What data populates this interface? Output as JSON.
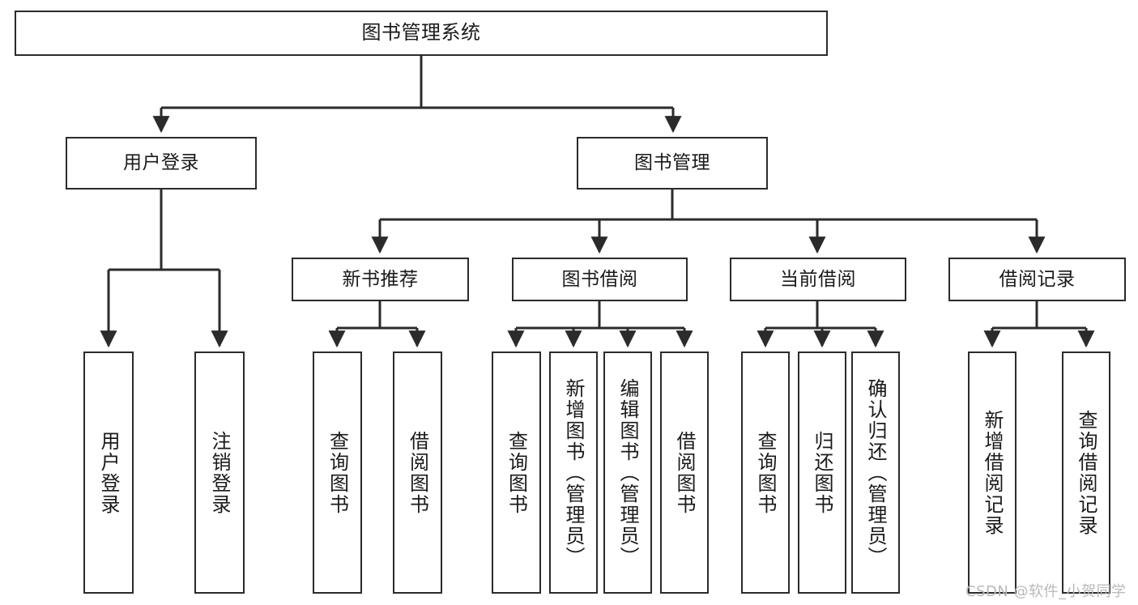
{
  "diagram": {
    "title": "图书管理系统",
    "type": "tree-hierarchy-diagram",
    "watermark": "CSDN @软件_小贺同学",
    "colors": {
      "box_border": "#2b2b2b",
      "box_fill": "#ffffff",
      "connector": "#2b2b2b",
      "text": "#1a1a1a",
      "watermark": "#b9b9b9",
      "background": "#ffffff"
    },
    "levels": {
      "root": {
        "label": "图书管理系统"
      },
      "level2": [
        {
          "label": "用户登录"
        },
        {
          "label": "图书管理"
        }
      ],
      "level3": [
        {
          "label": "新书推荐"
        },
        {
          "label": "图书借阅"
        },
        {
          "label": "当前借阅"
        },
        {
          "label": "借阅记录"
        }
      ],
      "leaves_user_login": [
        {
          "label": "用户登录"
        },
        {
          "label": "注销登录"
        }
      ],
      "leaves_new_book": [
        {
          "label": "查询图书"
        },
        {
          "label": "借阅图书"
        }
      ],
      "leaves_borrow": [
        {
          "label": "查询图书"
        },
        {
          "label": "新增图书（管理员）"
        },
        {
          "label": "编辑图书（管理员）"
        },
        {
          "label": "借阅图书"
        }
      ],
      "leaves_current": [
        {
          "label": "查询图书"
        },
        {
          "label": "归还图书"
        },
        {
          "label": "确认归还（管理员）"
        }
      ],
      "leaves_records": [
        {
          "label": "新增借阅记录"
        },
        {
          "label": "查询借阅记录"
        }
      ]
    }
  }
}
